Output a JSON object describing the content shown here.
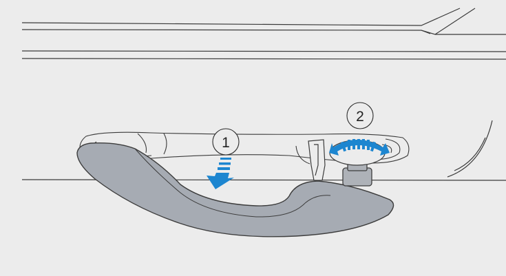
{
  "steps": [
    {
      "number": "1",
      "action": "pull-down",
      "arrow_icon": "down-arrow-icon"
    },
    {
      "number": "2",
      "action": "rotate",
      "arrow_icon": "rotate-arrow-icon"
    }
  ],
  "colors": {
    "background": "#ececec",
    "line": "#3a3a3a",
    "handle_fill": "#a6abb3",
    "handle_stroke": "#3c3c3c",
    "knob_fill": "#aeb2b8",
    "arrow_blue": "#1d86d0",
    "circle_fill": "#ececec"
  }
}
